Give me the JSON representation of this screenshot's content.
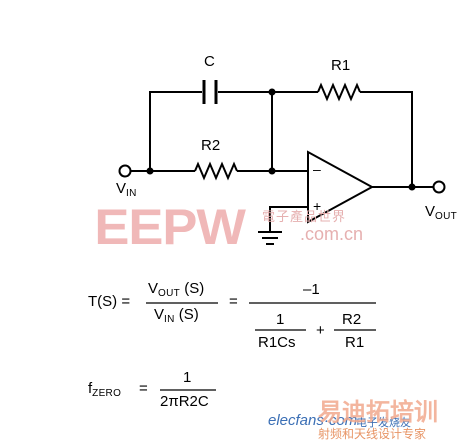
{
  "circuit": {
    "label_c": "C",
    "label_r1": "R1",
    "label_r2": "R2",
    "label_vin_main": "V",
    "label_vin_sub": "IN",
    "label_vout_main": "V",
    "label_vout_sub": "OUT",
    "opamp_minus": "–",
    "opamp_plus": "+"
  },
  "equation_transfer": {
    "lhs": "T(S) =",
    "frac_num_main": "V",
    "frac_num_sub": "OUT",
    "frac_num_rest": " (S)",
    "frac_den_main": "V",
    "frac_den_sub": "IN",
    "frac_den_rest": " (S)",
    "equals": "=",
    "rhs_num": "–1",
    "rhs_term1_num": "1",
    "rhs_term1_den": "R1Cs",
    "plus": "+",
    "rhs_term2_num": "R2",
    "rhs_term2_den": "R1"
  },
  "equation_fzero": {
    "lhs_main": "f",
    "lhs_sub": "ZERO",
    "equals": "=",
    "num": "1",
    "den": "2πR2C"
  },
  "watermarks": {
    "eepw": "EEPW",
    "eepw_cn": "電子產品世界",
    "eepw_url": ".com.cn",
    "elecfans": "elecfans·com",
    "elecfans_cn": "电子发烧友",
    "yidi": "易迪拓培训",
    "yidi_sub": "射频和天线设计专家"
  },
  "colors": {
    "wire": "#000000",
    "watermark_red": "#e07070",
    "watermark_blue": "#3b6fb5",
    "watermark_orange": "#e27a3f"
  }
}
